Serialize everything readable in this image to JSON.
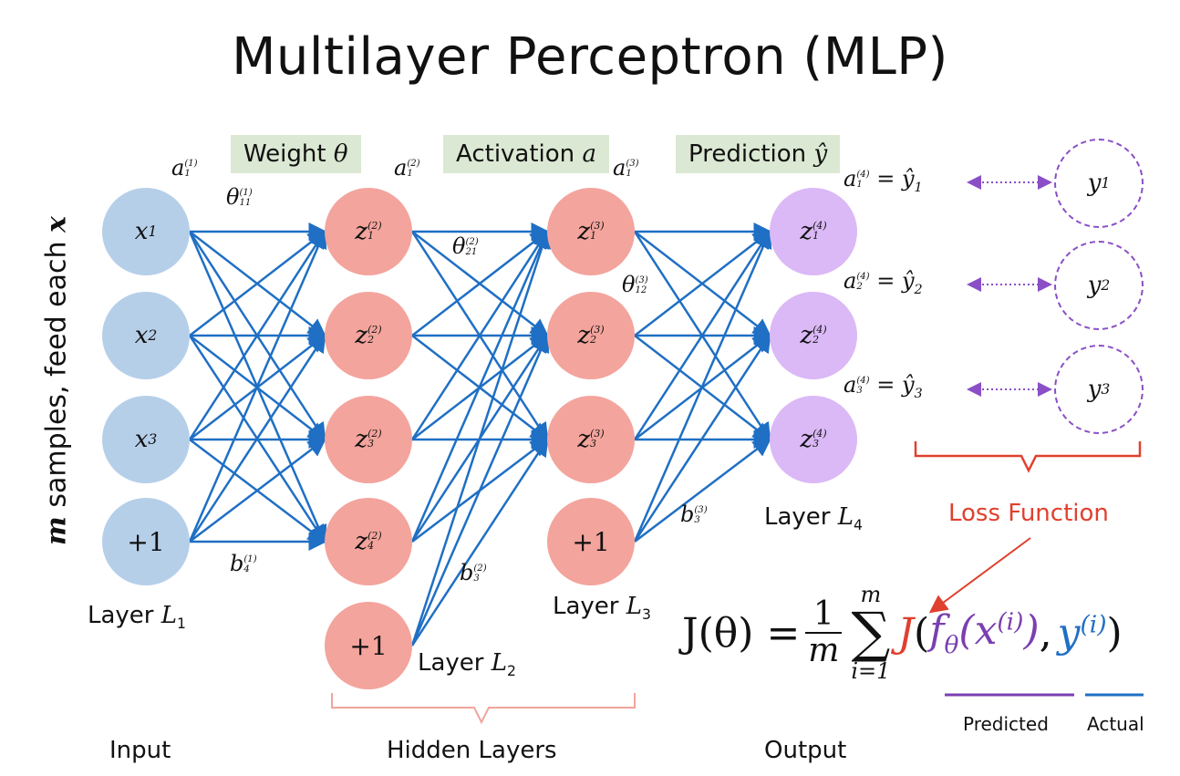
{
  "title": "Multilayer Perceptron (MLP)",
  "side_label": {
    "var": "m",
    "text": " samples, feed each ",
    "var2": "x"
  },
  "tags": {
    "weight": "Weight ",
    "weight_sym": "θ",
    "activation": "Activation ",
    "activation_sym": "a",
    "prediction": "Prediction ",
    "prediction_sym": "ŷ"
  },
  "layer1": {
    "nodes": [
      "x",
      "x",
      "x",
      "+1"
    ],
    "subs": [
      "1",
      "2",
      "3",
      ""
    ],
    "label": "Layer ",
    "label_sym": "L",
    "label_sub": "1"
  },
  "layer2": {
    "nodes_sup": "(2)",
    "subs": [
      "1",
      "2",
      "3",
      "4"
    ],
    "bias": "+1",
    "label": "Layer ",
    "label_sym": "L",
    "label_sub": "2"
  },
  "layer3": {
    "nodes_sup": "(3)",
    "subs": [
      "1",
      "2",
      "3"
    ],
    "bias": "+1",
    "label": "Layer ",
    "label_sym": "L",
    "label_sub": "3"
  },
  "layer4": {
    "nodes_sup": "(4)",
    "subs": [
      "1",
      "2",
      "3"
    ],
    "label": "Layer ",
    "label_sym": "L",
    "label_sub": "4"
  },
  "outputs": [
    {
      "a": "a",
      "sub": "1",
      "sup": "(4)",
      "eq": " = ",
      "yhat": "ŷ",
      "ysub": "1",
      "y": "y",
      "ytsub": "1"
    },
    {
      "a": "a",
      "sub": "2",
      "sup": "(4)",
      "eq": " = ",
      "yhat": "ŷ",
      "ysub": "2",
      "y": "y",
      "ytsub": "2"
    },
    {
      "a": "a",
      "sub": "3",
      "sup": "(4)",
      "eq": " = ",
      "yhat": "ŷ",
      "ysub": "3",
      "y": "y",
      "ytsub": "3"
    }
  ],
  "annotations": {
    "a1_1": {
      "base": "a",
      "sub": "1",
      "sup": "(1)"
    },
    "a1_2": {
      "base": "a",
      "sub": "1",
      "sup": "(2)"
    },
    "a1_3": {
      "base": "a",
      "sub": "1",
      "sup": "(3)"
    },
    "theta11_1": {
      "base": "θ",
      "sub": "11",
      "sup": "(1)"
    },
    "theta21_2": {
      "base": "θ",
      "sub": "21",
      "sup": "(2)"
    },
    "theta12_3": {
      "base": "θ",
      "sub": "12",
      "sup": "(3)"
    },
    "b4_1": {
      "base": "b",
      "sub": "4",
      "sup": "(1)"
    },
    "b3_2": {
      "base": "b",
      "sub": "3",
      "sup": "(2)"
    },
    "b3_3": {
      "base": "b",
      "sub": "3",
      "sup": "(3)"
    }
  },
  "loss_label": "Loss Function",
  "formula": {
    "lhs": "J(θ) = ",
    "frac_num": "1",
    "frac_den": "m",
    "sum_top": "m",
    "sum_bottom": "i=1",
    "sum": "∑",
    "J": "J",
    "f": "f",
    "fsub": "θ",
    "x": "x",
    "xsup": "(i)",
    "y": "y",
    "ysup": "(i)"
  },
  "predicted_label": "Predicted",
  "actual_label": "Actual",
  "bottom": {
    "input": "Input",
    "hidden": "Hidden Layers",
    "output": "Output"
  },
  "colors": {
    "edge": "#1f6fc4",
    "input": "#b6cfe9",
    "hidden": "#f3a49c",
    "output": "#dbb8f6",
    "loss": "#e0402e",
    "predicted": "#7a3fb0",
    "actual": "#1f6fc4",
    "tag_bg": "#dbe8d3"
  }
}
